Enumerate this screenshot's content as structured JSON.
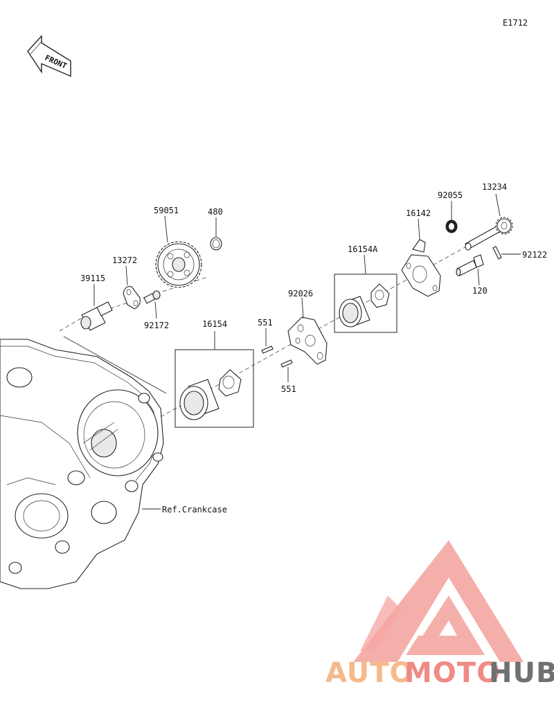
{
  "diagram_code": "E1712",
  "front_label": "FRONT",
  "reference_label": "Ref.Crankcase",
  "parts": [
    {
      "id": "p-59051",
      "number": "59051"
    },
    {
      "id": "p-480",
      "number": "480"
    },
    {
      "id": "p-13272",
      "number": "13272"
    },
    {
      "id": "p-39115",
      "number": "39115"
    },
    {
      "id": "p-92172",
      "number": "92172"
    },
    {
      "id": "p-16154",
      "number": "16154"
    },
    {
      "id": "p-551-top",
      "number": "551"
    },
    {
      "id": "p-551-bottom",
      "number": "551"
    },
    {
      "id": "p-92026",
      "number": "92026"
    },
    {
      "id": "p-16154A",
      "number": "16154A"
    },
    {
      "id": "p-16142",
      "number": "16142"
    },
    {
      "id": "p-92055",
      "number": "92055"
    },
    {
      "id": "p-13234",
      "number": "13234"
    },
    {
      "id": "p-92122",
      "number": "92122"
    },
    {
      "id": "p-120",
      "number": "120"
    }
  ],
  "watermark": {
    "word_part1": "AUTO",
    "word_part2": "MOTO",
    "word_part3": "HUB",
    "color_primary": "#f08a86",
    "color_secondary": "#f5b98a",
    "color_dark": "#707070"
  }
}
